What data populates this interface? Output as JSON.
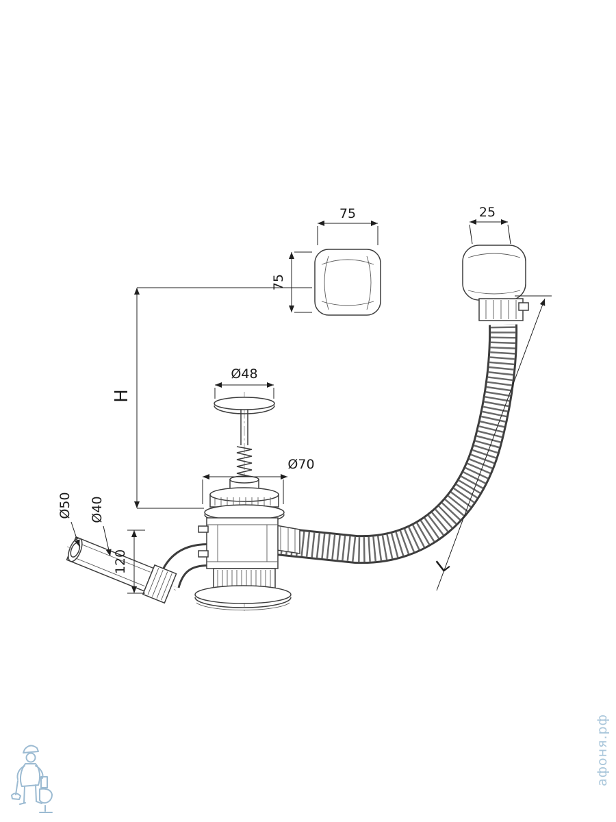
{
  "drawing": {
    "dim_cap_width": "75",
    "dim_cap_height": "75",
    "dim_overflow_width": "25",
    "dim_plug": "Ø48",
    "dim_flange": "Ø70",
    "dim_pipe_outer": "Ø50",
    "dim_pipe_inner": "Ø40",
    "dim_outlet_drop": "120",
    "dim_height": "H",
    "dim_length": "L"
  },
  "watermark": {
    "site": "афоня.рф"
  },
  "colors": {
    "line": "#3d3d3d",
    "dimension": "#1f1f1f",
    "watermark_blue": "#9cbbd2"
  }
}
